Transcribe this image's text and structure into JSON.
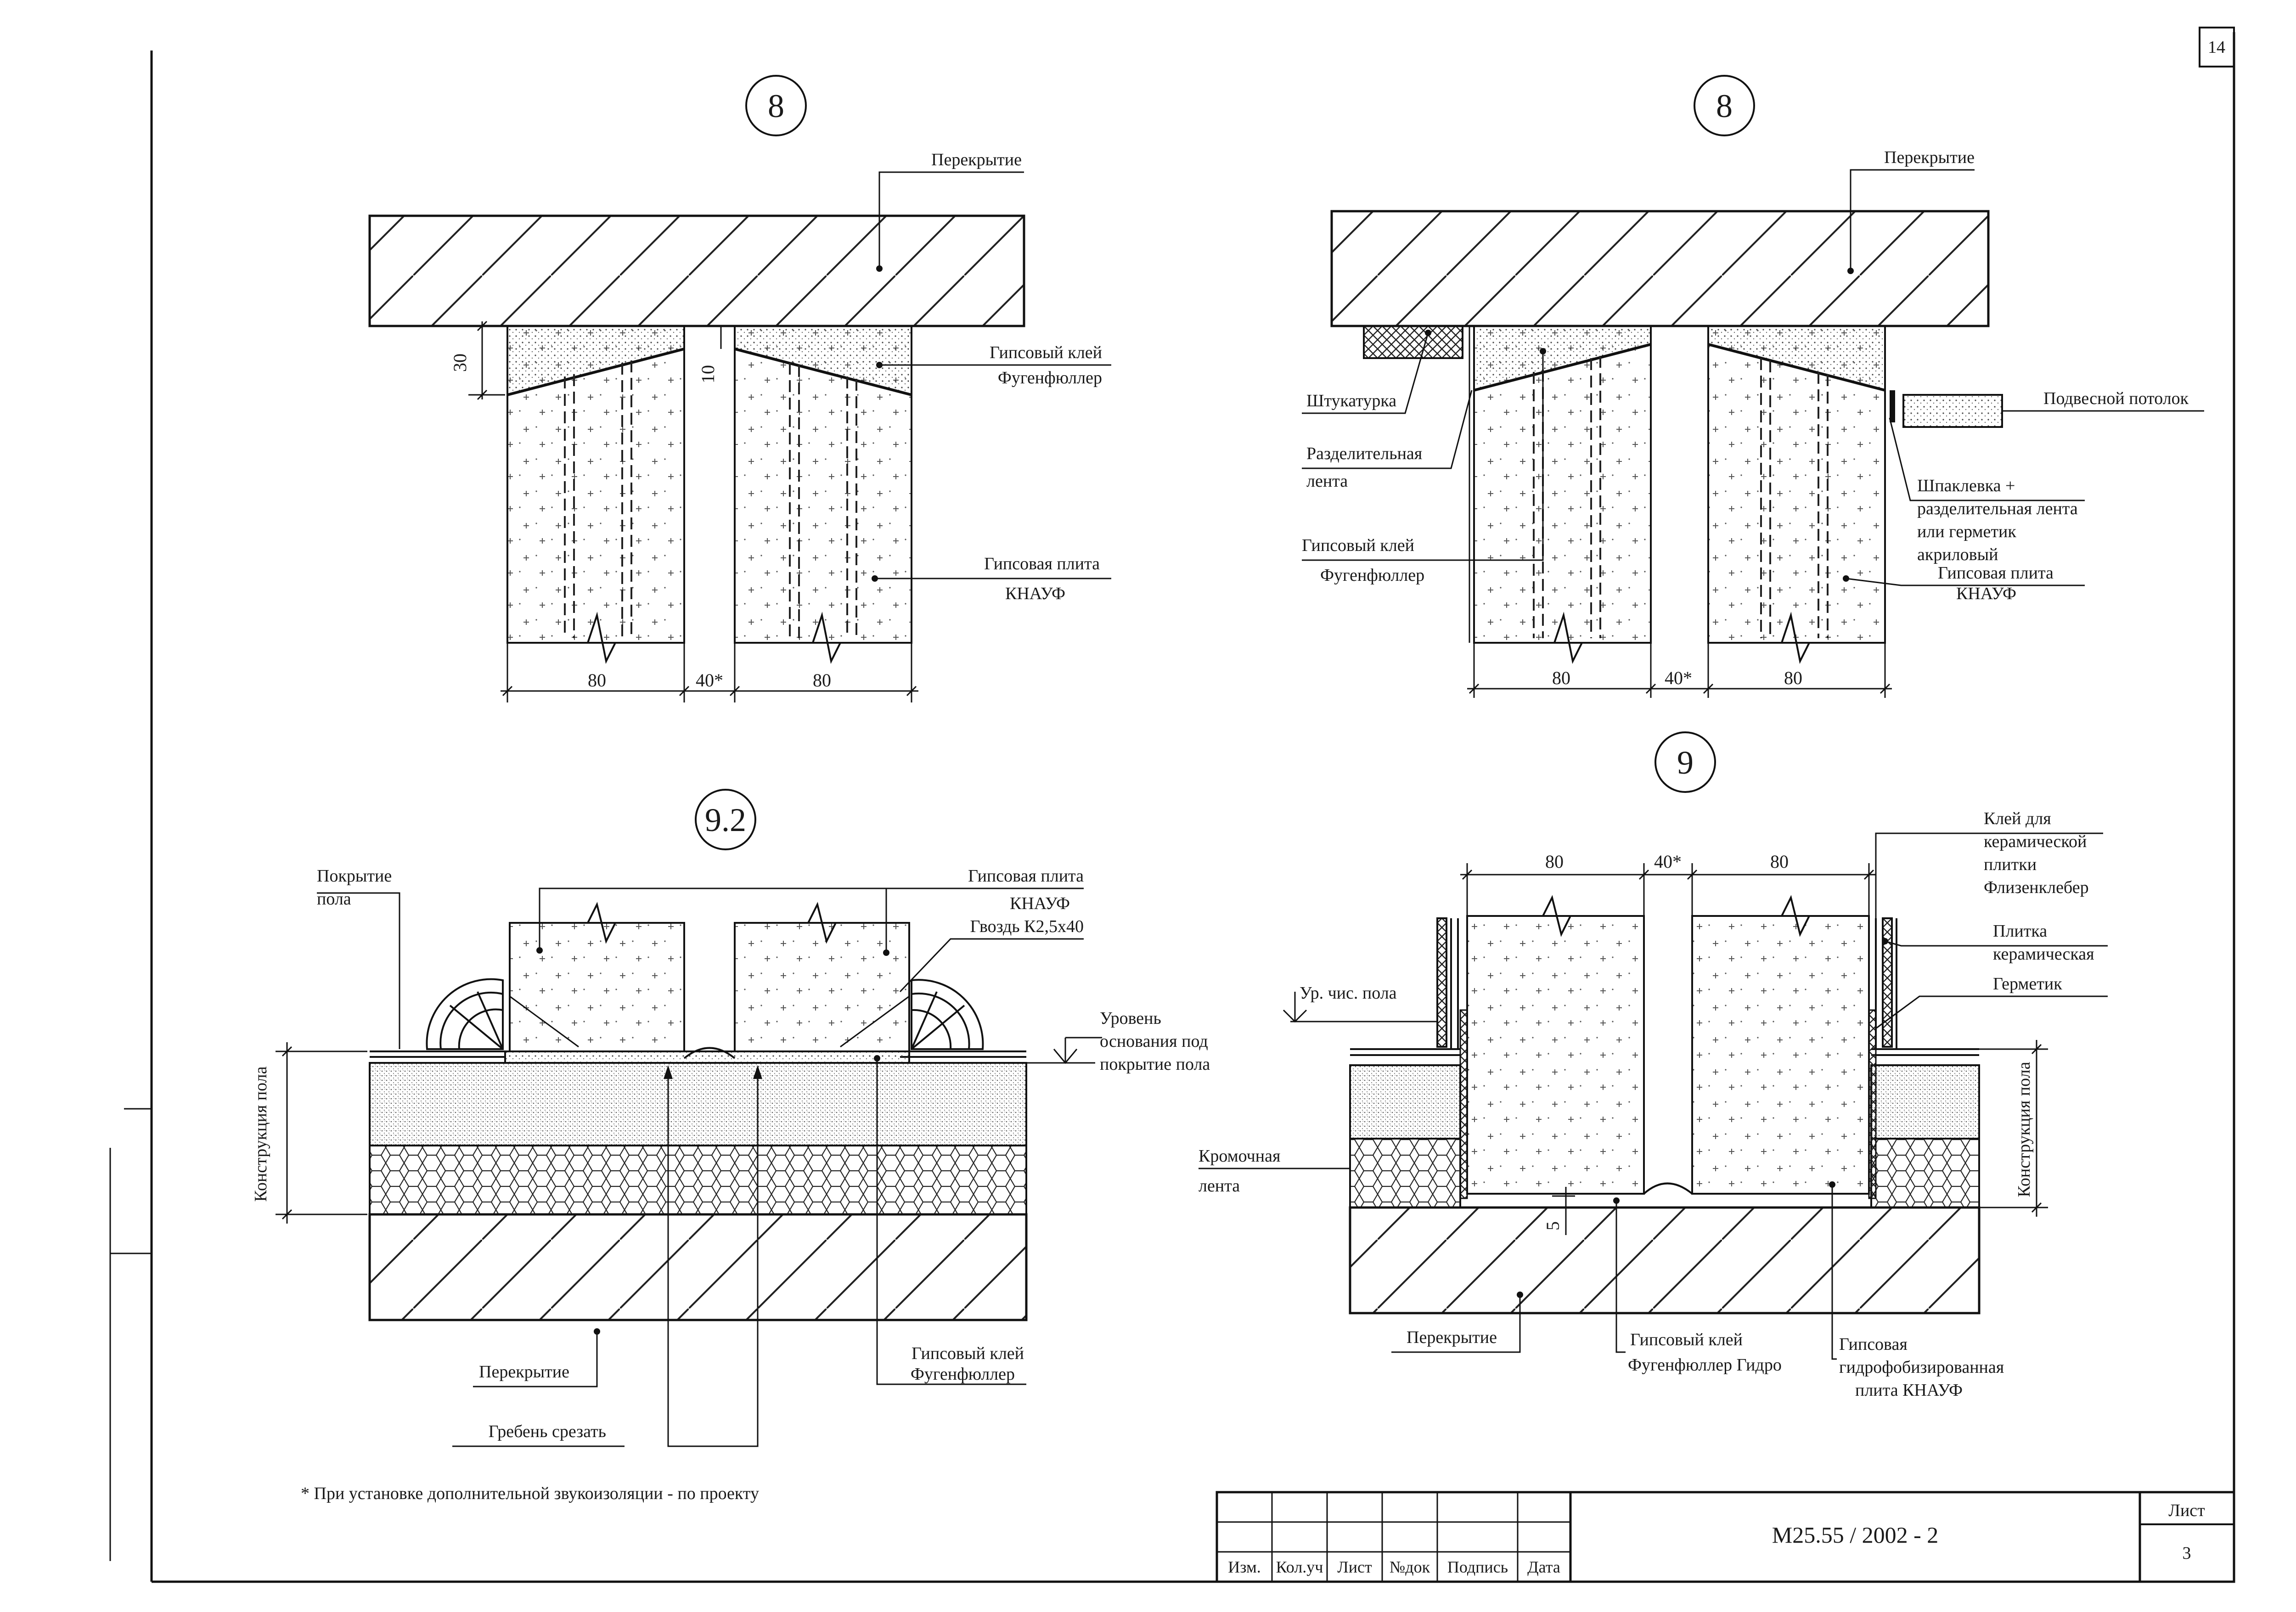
{
  "sheet_number_top": "14",
  "details": {
    "d8a": {
      "marker": "8",
      "labels": {
        "slab": "Перекрытие",
        "glue1": "Гипсовый клей",
        "glue2": "Фугенфюллер",
        "board1": "Гипсовая плита",
        "board2": "КНАУФ"
      },
      "dims": {
        "d30": "30",
        "d10": "10",
        "w1": "80",
        "gap": "40*",
        "w2": "80"
      }
    },
    "d8b": {
      "marker": "8",
      "labels": {
        "slab": "Перекрытие",
        "plaster": "Штукатурка",
        "tape1": "Разделительная",
        "tape2": "лента",
        "glue1": "Гипсовый клей",
        "glue2": "Фугенфюллер",
        "ceiling": "Подвесной потолок",
        "putty1": "Шпаклевка +",
        "putty2": "разделительная лента",
        "putty3": "или герметик",
        "putty4": "акриловый",
        "board1": "Гипсовая плита",
        "board2": "КНАУФ"
      },
      "dims": {
        "w1": "80",
        "gap": "40*",
        "w2": "80"
      }
    },
    "d92": {
      "marker": "9.2",
      "labels": {
        "floor1": "Покрытие",
        "floor2": "пола",
        "board1": "Гипсовая плита",
        "board2": "КНАУФ",
        "nail": "Гвоздь К2,5x40",
        "level1": "Уровень",
        "level2": "основания под",
        "level3": "покрытие пола",
        "construction": "Конструкция пола",
        "slab": "Перекрытие",
        "glue1": "Гипсовый клей",
        "glue2": "Фугенфюллер",
        "comb": "Гребень срезать"
      }
    },
    "d9": {
      "marker": "9",
      "labels": {
        "tileglue1": "Клей для",
        "tileglue2": "керамической",
        "tileglue3": "плитки",
        "tileglue4": "Флизенклебер",
        "tile1": "Плитка",
        "tile2": "керамическая",
        "sealant": "Герметик",
        "floorlevel": "Ур. чис. пола",
        "edge1": "Кромочная",
        "edge2": "лента",
        "construction": "Конструкция пола",
        "slab": "Перекрытие",
        "glue1": "Гипсовый клей",
        "glue2": "Фугенфюллер Гидро",
        "board1": "Гипсовая",
        "board2": "гидрофобизированная",
        "board3": "плита КНАУФ"
      },
      "dims": {
        "w1": "80",
        "gap": "40*",
        "w2": "80",
        "d5": "5"
      }
    }
  },
  "footnote": "* При установке дополнительной звукоизоляции - по проекту",
  "title_block": {
    "cols": [
      "Изм.",
      "Кол.уч",
      "Лист",
      "№док",
      "Подпись",
      "Дата"
    ],
    "code": "М25.55 / 2002 - 2",
    "sheet_label": "Лист",
    "sheet_value": "3"
  }
}
